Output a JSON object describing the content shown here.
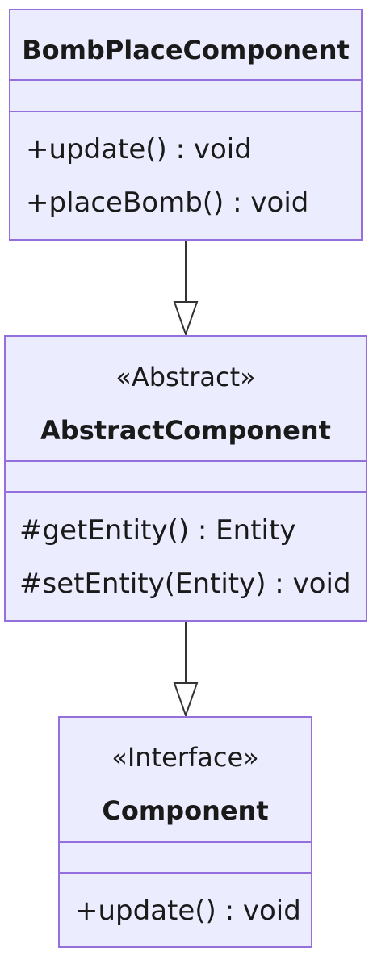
{
  "classes": [
    {
      "name": "BombPlaceComponent",
      "stereotype": "",
      "attributes": [],
      "methods": [
        "+update() : void",
        "+placeBomb() : void"
      ]
    },
    {
      "name": "AbstractComponent",
      "stereotype": "«Abstract»",
      "attributes": [],
      "methods": [
        "#getEntity() : Entity",
        "#setEntity(Entity) : void"
      ]
    },
    {
      "name": "Component",
      "stereotype": "«Interface»",
      "attributes": [],
      "methods": [
        "+update() : void"
      ]
    }
  ],
  "relations": [
    {
      "from": "BombPlaceComponent",
      "to": "AbstractComponent",
      "type": "inheritance"
    },
    {
      "from": "AbstractComponent",
      "to": "Component",
      "type": "inheritance"
    }
  ],
  "colors": {
    "box_fill": "#ececff",
    "box_border": "#9370db",
    "edge": "#333333",
    "text": "#1a1a1a"
  }
}
